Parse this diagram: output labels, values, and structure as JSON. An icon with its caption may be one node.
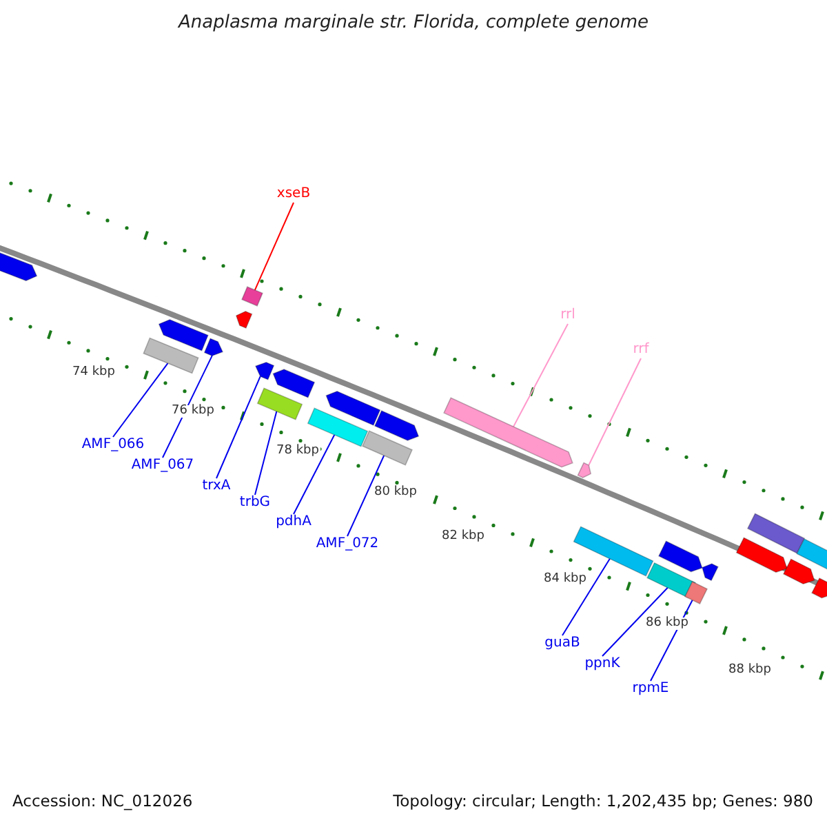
{
  "diagram": {
    "title": "Anaplasma marginale str. Florida, complete genome",
    "nodes": [
      {
        "text": [
          "xseB"
        ]
      },
      {
        "text": [
          "AMF_066"
        ]
      },
      {
        "text": [
          "AMF_067"
        ]
      },
      {
        "text": [
          "trxA"
        ]
      },
      {
        "text": [
          "trbG"
        ]
      },
      {
        "text": [
          "pdhA"
        ]
      },
      {
        "text": [
          "AMF_072"
        ]
      },
      {
        "text": [
          "rrl"
        ]
      },
      {
        "text": [
          "rrf"
        ]
      },
      {
        "text": [
          "guaB"
        ]
      },
      {
        "text": [
          "ppnK"
        ]
      },
      {
        "text": [
          "rpmE"
        ]
      },
      {
        "text": [],
        "shape": "bar"
      },
      {
        "text": [],
        "shape": "bar"
      },
      {
        "text": [],
        "shape": "bar"
      },
      {
        "text": [],
        "shape": "bar"
      },
      {
        "text": [],
        "shape": "bar"
      },
      {
        "text": [],
        "shape": "bar"
      },
      {
        "text": [],
        "shape": "bar"
      },
      {
        "text": [],
        "shape": "bar"
      },
      {
        "text": [],
        "shape": "bar"
      },
      {
        "text": [],
        "shape": "bar"
      },
      {
        "text": [],
        "shape": "bar"
      },
      {
        "text": [],
        "shape": "bar"
      }
    ],
    "edges": [
      {
        "from": 0,
        "to": 12,
        "arrow": "none",
        "color": "#ff0000"
      },
      {
        "from": 1,
        "to": 13,
        "arrow": "none"
      },
      {
        "from": 2,
        "to": 14,
        "arrow": "none"
      },
      {
        "from": 3,
        "to": 15,
        "arrow": "none"
      },
      {
        "from": 4,
        "to": 16,
        "arrow": "none"
      },
      {
        "from": 5,
        "to": 17,
        "arrow": "none"
      },
      {
        "from": 6,
        "to": 18,
        "arrow": "none"
      },
      {
        "from": 7,
        "to": 19,
        "arrow": "none",
        "color": "#ff99cc"
      },
      {
        "from": 8,
        "to": 20,
        "arrow": "none",
        "color": "#ff99cc"
      },
      {
        "from": 9,
        "to": 21,
        "arrow": "none"
      },
      {
        "from": 10,
        "to": 22,
        "arrow": "none"
      },
      {
        "from": 11,
        "to": 23,
        "arrow": "none"
      }
    ],
    "labels": [
      "74 kbp",
      "76 kbp",
      "78 kbp",
      "80 kbp",
      "82 kbp",
      "84 kbp",
      "86 kbp",
      "88 kbp",
      "Accession: NC_012026",
      "Topology: circular; Length: 1,202,435 bp; Genes: 980"
    ]
  }
}
